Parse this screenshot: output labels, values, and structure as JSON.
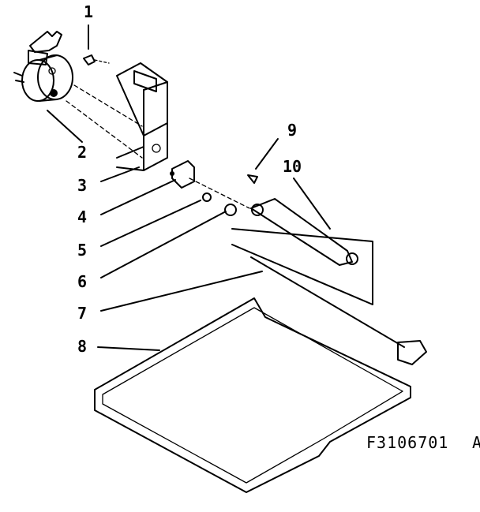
{
  "figure_code": "F3106701",
  "trailing_mark": "A",
  "callouts": [
    "1",
    "2",
    "3",
    "4",
    "5",
    "6",
    "7",
    "8",
    "9",
    "10"
  ]
}
